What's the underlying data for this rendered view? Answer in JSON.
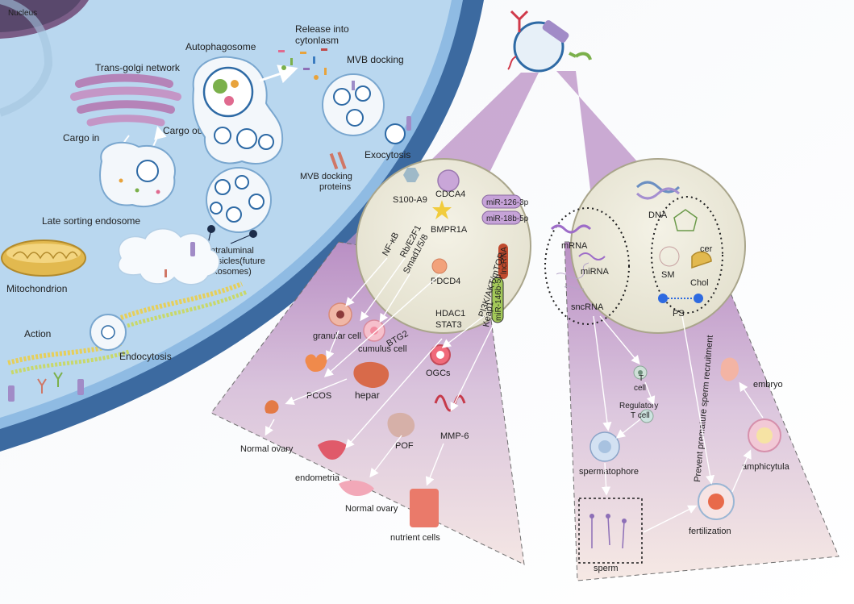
{
  "cell": {
    "nucleus": "Nucleus",
    "trans_golgi": "Trans-golgi network",
    "cargo_in": "Cargo in",
    "cargo_out": "Cargo out",
    "autophagosome": "Autophagosome",
    "release": [
      "Release into",
      "cytonlasm"
    ],
    "mvb_docking": "MVB docking",
    "exocytosis": "Exocytosis",
    "mvb_docking_proteins": [
      "MVB docking",
      "proteins"
    ],
    "late_sorting_endosome": "Late sorting endosome",
    "intraluminal_vesicles": [
      "Intraluminal",
      "vesicles(future",
      "exosomes)"
    ],
    "mitochondrion": "Mitochondrion",
    "action": "Action",
    "endocytosis": "Endocytosis"
  },
  "left_panel": {
    "proteins": {
      "s100a9": "S100-A9",
      "cdca4": "CDCA4",
      "nfkb": "NF-κB",
      "rb_e2f1": "Rb/E2F1",
      "bmpr1a": "BMPR1A",
      "smad": "Smad1/5/8",
      "pdcd4": "PDCD4",
      "pi3k": "PI3K/AKT/mTOR",
      "keap1": "Keap1",
      "hdac1": "HDAC1",
      "stat3": "STAT3",
      "btg2": "BTG2"
    },
    "rnas": {
      "mir126": "miR-126-3p",
      "mir18b": "miR-18b-5p",
      "ncrna": "lncRNA",
      "mir146b": "miR-146b-5p"
    },
    "targets": {
      "granular_cell": "granular cell",
      "cumulus_cell": "cumulus cell",
      "pcos": "PCOS",
      "hepar": "hepar",
      "ogcs": "OGCs",
      "normal_ovary_1": "Normal ovary",
      "pof": "POF",
      "mmp6": "MMP-6",
      "endometria": "endometria",
      "normal_ovary_2": "Normal ovary",
      "nutrient_cells": "nutrient cells"
    }
  },
  "right_panel": {
    "dna": "DNA",
    "mrna": "mRNA",
    "mirna": "miRNA",
    "sncrna": "sncRNA",
    "cer": "cer",
    "sm": "SM",
    "chol": "Chol",
    "ps": "PS",
    "t_cell": [
      "T",
      "cell"
    ],
    "regulatory_t_cell": [
      "Regulatory",
      "T cell"
    ],
    "spermatophore": "spermatophore",
    "sperm": "sperm",
    "fertilization": "fertilization",
    "amphicytula": "amphicytula",
    "embryo": "embryo",
    "prevent": "Prevent premature sperm recruitment"
  },
  "colors": {
    "cell_blue": "#2f5d93",
    "cytoplasm": "#a9cdea",
    "membrane": "#6fa3d4",
    "circle_fill": "#eceadd",
    "fan_purple": "#c7a9d3",
    "golgi": "#b583b8",
    "mitochondrion": "#e2b94f",
    "arrow": "#ffffff"
  }
}
